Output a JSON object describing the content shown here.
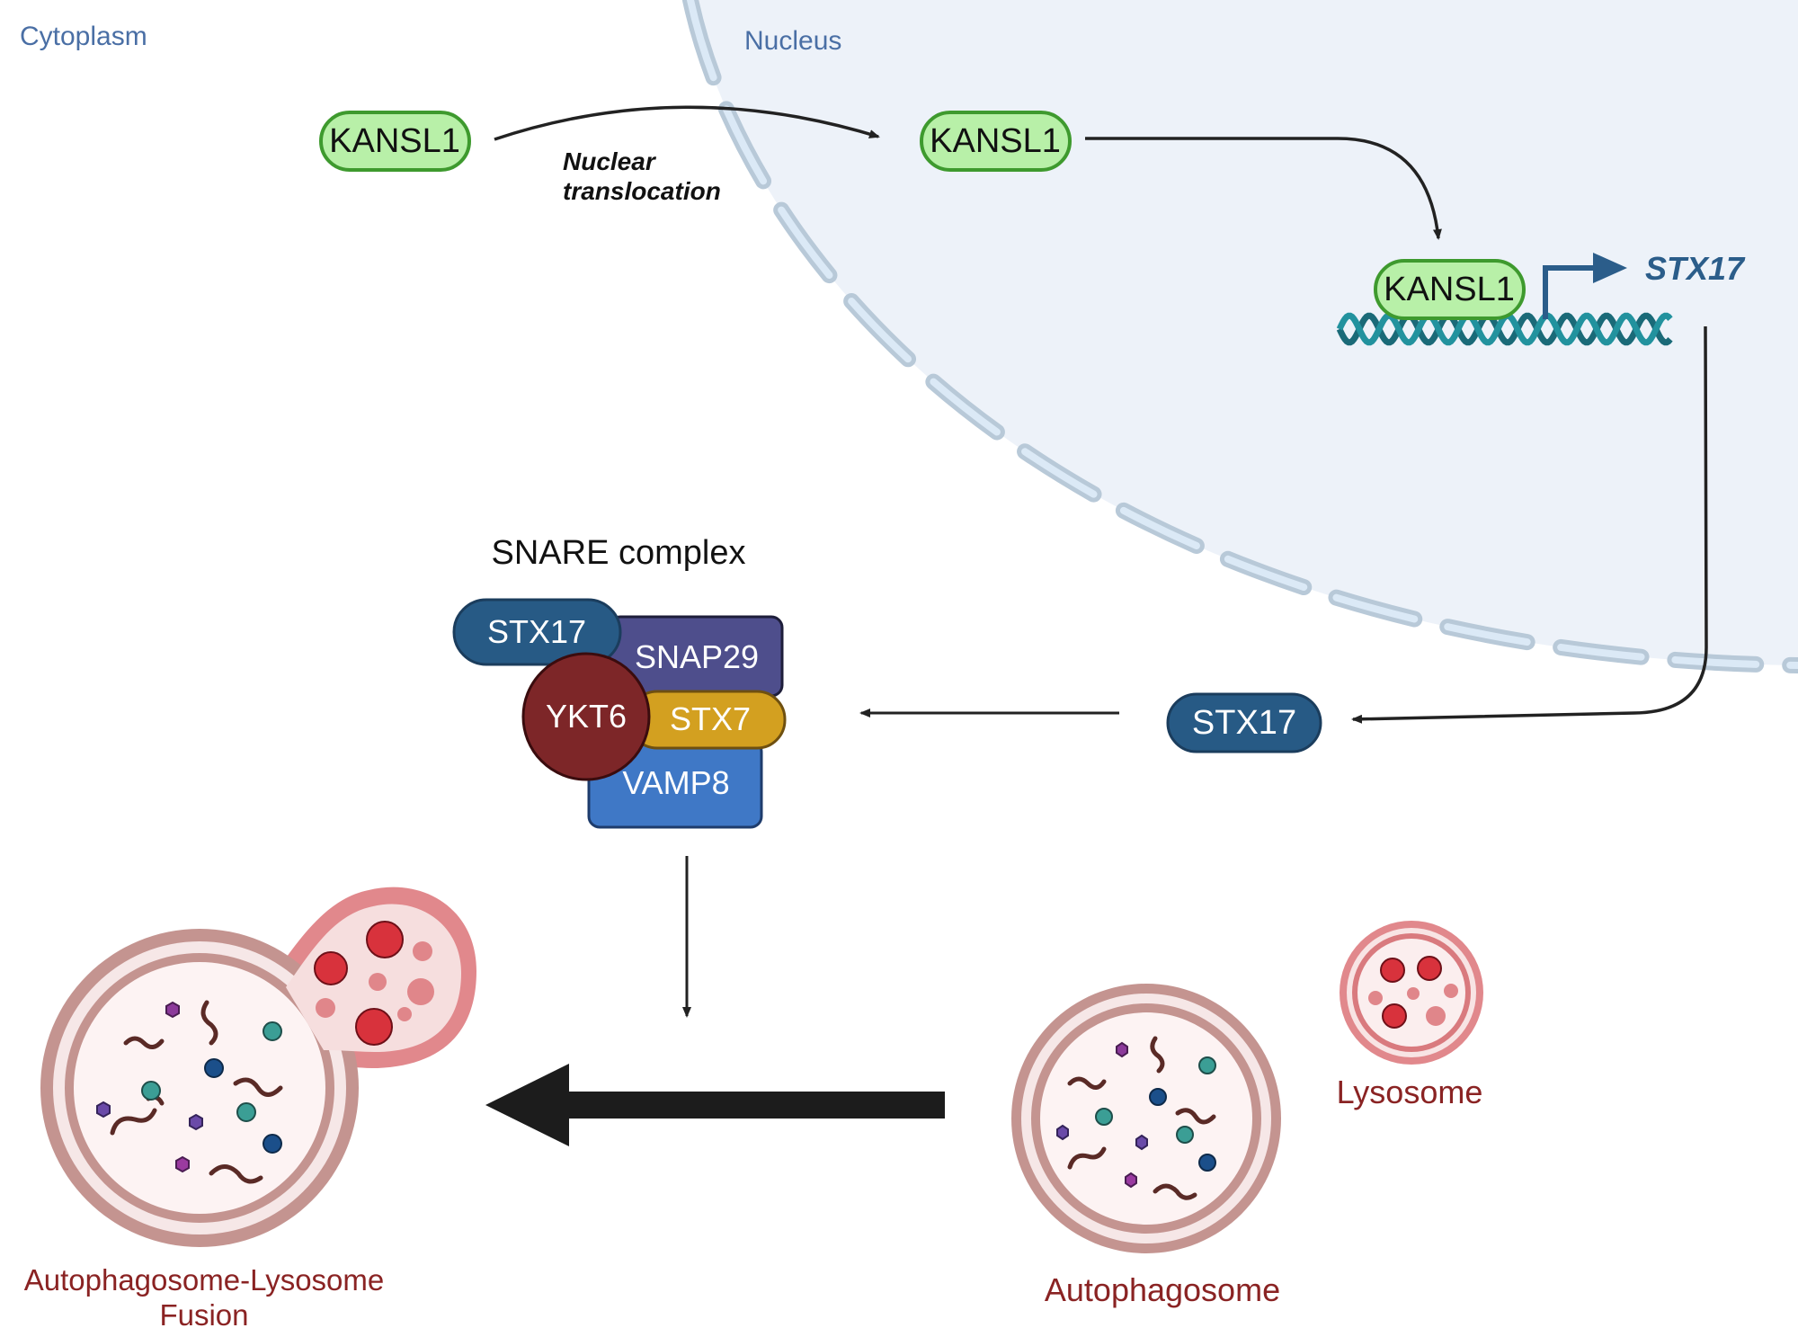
{
  "regions": {
    "cytoplasm": "Cytoplasm",
    "nucleus": "Nucleus"
  },
  "kansl1": {
    "cytoplasm_label": "KANSL1",
    "nucleus_label": "KANSL1",
    "dna_bound_label": "KANSL1"
  },
  "translocation": {
    "line1": "Nuclear",
    "line2": "translocation"
  },
  "gene": {
    "name": "STX17"
  },
  "protein": {
    "stx17_label": "STX17"
  },
  "snare": {
    "title": "SNARE complex",
    "stx17": "STX17",
    "snap29": "SNAP29",
    "ykt6": "YKT6",
    "stx7": "STX7",
    "vamp8": "VAMP8"
  },
  "vesicles": {
    "fusion_line1": "Autophagosome-Lysosome",
    "fusion_line2": "Fusion",
    "autophagosome": "Autophagosome",
    "lysosome": "Lysosome"
  },
  "colors": {
    "nucleus_fill": "#edf2f9",
    "nuclear_membrane": "#b8c9d8",
    "region_label": "#4a6fa5",
    "kansl1_fill": "#b8f0a8",
    "kansl1_stroke": "#3e9a2e",
    "stx17": "#275a85",
    "snap29": "#4e4e8c",
    "ykt6": "#7d2628",
    "stx7": "#d3a020",
    "vamp8": "#3f78c6",
    "vesicle_membrane": "#c49490",
    "lysosome_membrane": "#e1888c",
    "vesicle_label": "#8a2323",
    "dna": "#1a6a78",
    "promoter_arrow": "#2b5d8a"
  }
}
